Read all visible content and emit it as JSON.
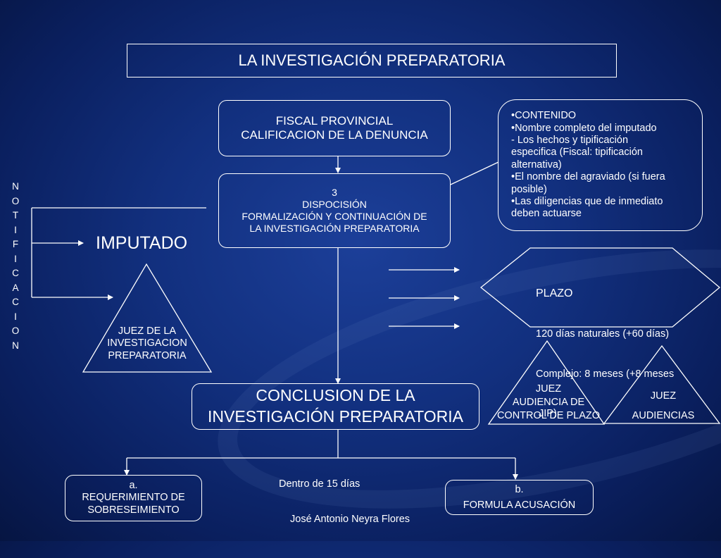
{
  "title": "LA INVESTIGACIÓN PREPARATORIA",
  "fiscal": [
    "FISCAL PROVINCIAL",
    "CALIFICACION DE LA DENUNCIA"
  ],
  "disposicion": [
    "3",
    "DISPOCISIÓN",
    "FORMALIZACIÓN Y CONTINUACIÓN DE",
    "LA INVESTIGACIÓN PREPARATORIA"
  ],
  "contenido": [
    "•CONTENIDO",
    "•Nombre completo del imputado",
    "- Los hechos y tipificación",
    "especifica (Fiscal: tipificación",
    "alternativa)",
    "•El nombre del agraviado (si fuera",
    "posible)",
    "•Las diligencias que de inmediato",
    "deben actuarse"
  ],
  "notificacion": [
    "N",
    "O",
    "T",
    "I",
    "F",
    "I",
    "C",
    "A",
    "C",
    "I",
    "O",
    "N"
  ],
  "imputado": "IMPUTADO",
  "juez_investigacion": [
    "JUEZ DE LA",
    "INVESTIGACION",
    "PREPARATORIA"
  ],
  "plazo": [
    "PLAZO",
    "120 días naturales (+60 días)",
    "Complejo: 8 meses (+8 meses",
    " JIP)"
  ],
  "juez_control": [
    "JUEZ",
    "AUDIENCIA DE",
    "CONTROL DE PLAZO"
  ],
  "juez_audiencias": [
    "JUEZ",
    "AUDIENCIAS"
  ],
  "conclusion": [
    "CONCLUSION DE LA",
    "INVESTIGACIÓN PREPARATORIA"
  ],
  "requerimiento": [
    "a.",
    "REQUERIMIENTO DE",
    "SOBRESEIMIENTO"
  ],
  "acusacion": [
    "b.",
    "FORMULA ACUSACIÓN"
  ],
  "dentro": "Dentro de 15 días",
  "author": "José Antonio Neyra Flores"
}
